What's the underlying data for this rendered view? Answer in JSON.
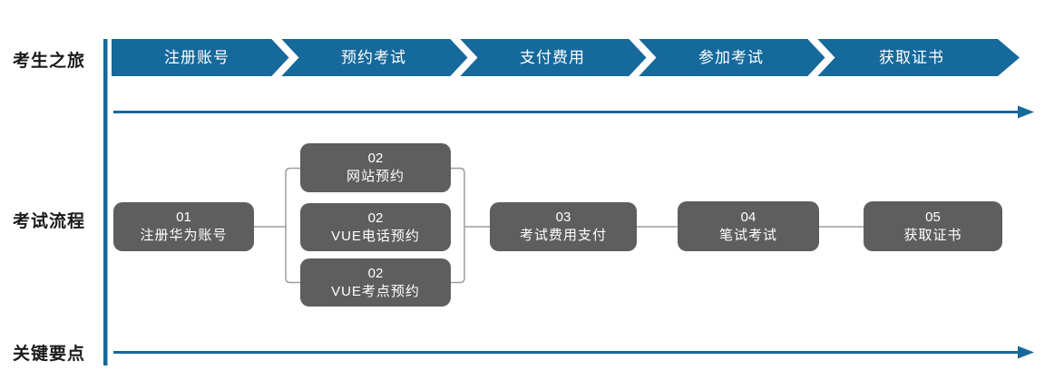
{
  "journey": {
    "row_label": "考生之旅",
    "steps": [
      {
        "label": "注册账号"
      },
      {
        "label": "预约考试"
      },
      {
        "label": "支付费用"
      },
      {
        "label": "参加考试"
      },
      {
        "label": "获取证书"
      }
    ]
  },
  "process": {
    "row_label": "考试流程",
    "nodes": [
      {
        "number": "01",
        "label": "注册华为账号"
      },
      {
        "number": "02",
        "label": "网站预约"
      },
      {
        "number": "02",
        "label": "VUE电话预约"
      },
      {
        "number": "02",
        "label": "VUE考点预约"
      },
      {
        "number": "03",
        "label": "考试费用支付"
      },
      {
        "number": "04",
        "label": "笔试考试"
      },
      {
        "number": "05",
        "label": "获取证书"
      }
    ]
  },
  "keypoints": {
    "row_label": "关键要点"
  },
  "colors": {
    "accent_blue": "#16699b",
    "node_gray": "#5e5e5e",
    "connector_gray": "#9d9d9d",
    "text_white": "#ffffff",
    "label_black": "#1a1a1a"
  }
}
